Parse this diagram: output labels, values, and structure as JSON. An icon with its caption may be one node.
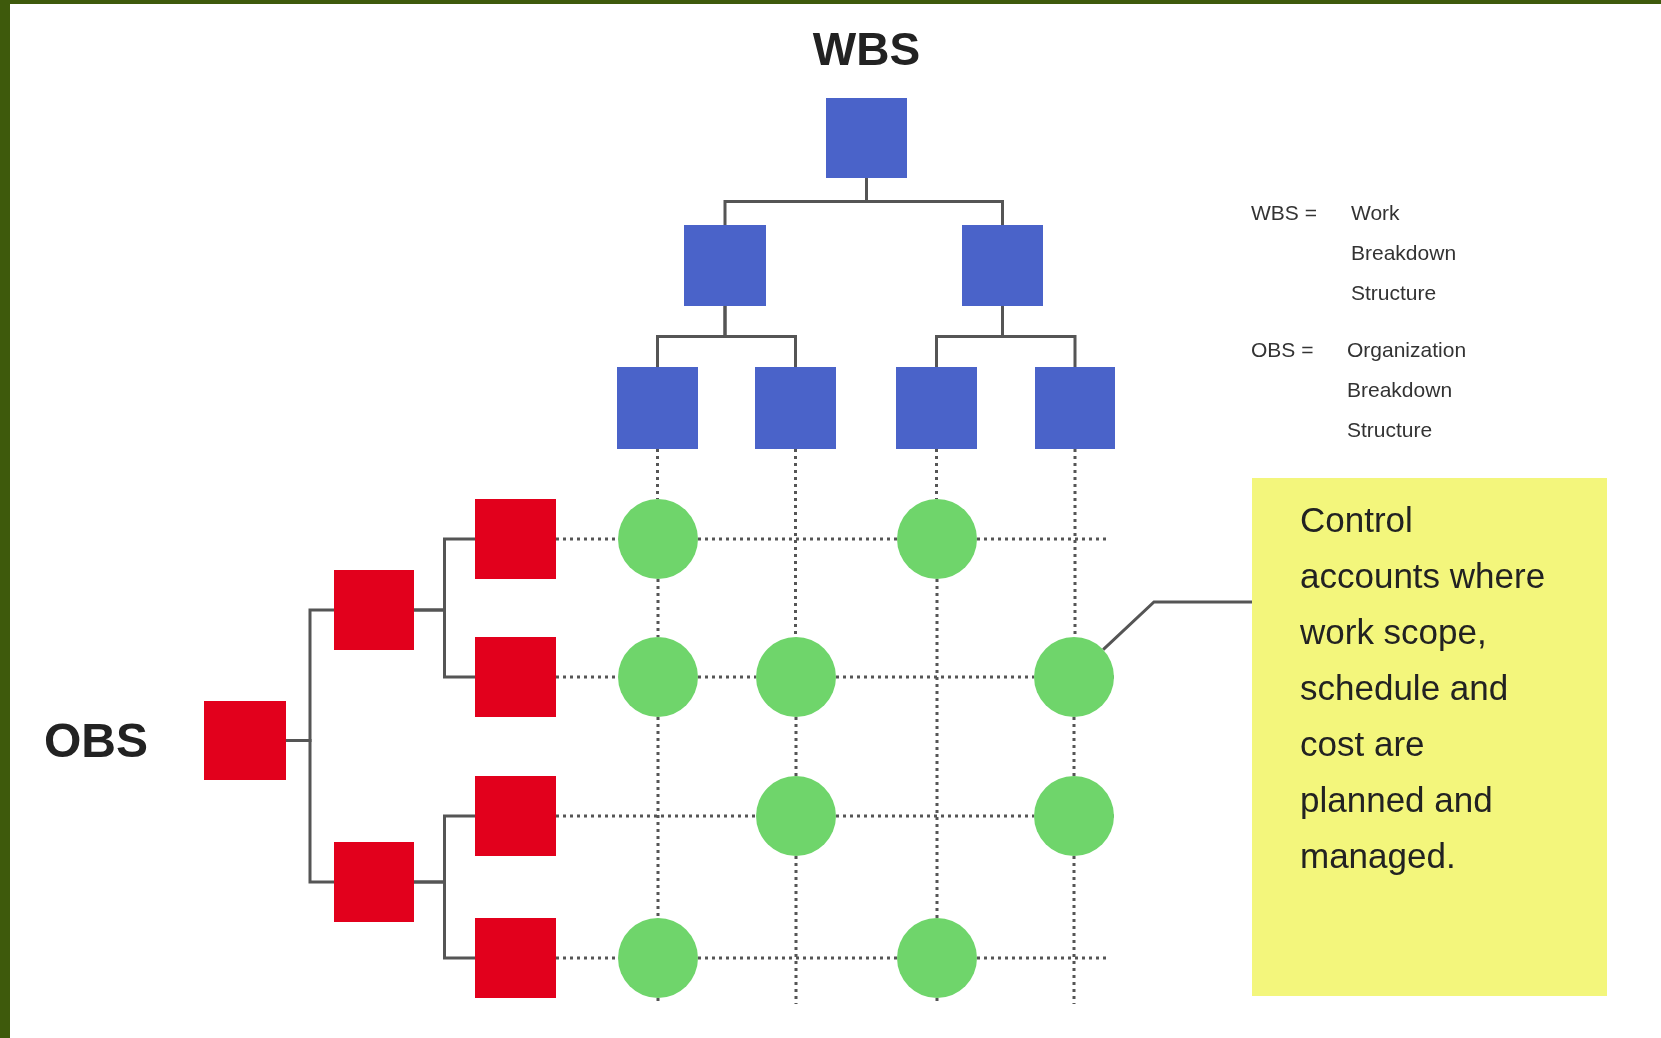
{
  "diagram": {
    "nodes": [
      {
        "text": [],
        "shape": "box",
        "beside": [
          "WBS"
        ]
      },
      {
        "text": [],
        "shape": "box"
      },
      {
        "text": [],
        "shape": "box"
      },
      {
        "text": [],
        "shape": "box"
      },
      {
        "text": [],
        "shape": "box"
      },
      {
        "text": [],
        "shape": "box"
      },
      {
        "text": [],
        "shape": "box"
      },
      {
        "text": [],
        "shape": "box",
        "beside": [
          "OBS"
        ]
      },
      {
        "text": [],
        "shape": "box"
      },
      {
        "text": [],
        "shape": "box"
      },
      {
        "text": [],
        "shape": "box"
      },
      {
        "text": [],
        "shape": "box"
      },
      {
        "text": [],
        "shape": "box"
      },
      {
        "text": [],
        "shape": "box"
      },
      {
        "text": [],
        "shape": "circle"
      },
      {
        "text": [],
        "shape": "circle"
      },
      {
        "text": [],
        "shape": "circle"
      },
      {
        "text": [],
        "shape": "circle"
      },
      {
        "text": [],
        "shape": "circle"
      },
      {
        "text": [],
        "shape": "circle"
      },
      {
        "text": [],
        "shape": "circle"
      },
      {
        "text": [],
        "shape": "circle"
      },
      {
        "text": [],
        "shape": "circle"
      },
      {
        "text": [
          "Control accounts where work scope, schedule and cost are planned and managed."
        ]
      }
    ],
    "edges": [
      {
        "from": 0,
        "to": 1,
        "arrow": "none"
      },
      {
        "from": 0,
        "to": 2,
        "arrow": "none"
      },
      {
        "from": 1,
        "to": 3,
        "arrow": "none"
      },
      {
        "from": 1,
        "to": 4,
        "arrow": "none"
      },
      {
        "from": 2,
        "to": 5,
        "arrow": "none"
      },
      {
        "from": 2,
        "to": 6,
        "arrow": "none"
      },
      {
        "from": 7,
        "to": 8,
        "arrow": "none"
      },
      {
        "from": 7,
        "to": 9,
        "arrow": "none"
      },
      {
        "from": 8,
        "to": 10,
        "arrow": "none"
      },
      {
        "from": 8,
        "to": 11,
        "arrow": "none"
      },
      {
        "from": 9,
        "to": 12,
        "arrow": "none"
      },
      {
        "from": 9,
        "to": 13,
        "arrow": "none"
      },
      {
        "from": 23,
        "to": 18,
        "arrow": "none"
      },
      {
        "from": 3,
        "to": 14,
        "arrow": "none",
        "style": "dashed"
      },
      {
        "from": 14,
        "to": 16,
        "arrow": "none",
        "style": "dashed"
      },
      {
        "from": 16,
        "to": 21,
        "arrow": "none",
        "style": "dashed"
      },
      {
        "from": 21,
        "to": null,
        "arrow": "none",
        "style": "dashed"
      },
      {
        "from": 4,
        "to": 17,
        "arrow": "none",
        "style": "dashed"
      },
      {
        "from": 17,
        "to": 19,
        "arrow": "none",
        "style": "dashed"
      },
      {
        "from": 19,
        "to": null,
        "arrow": "none",
        "style": "dashed"
      },
      {
        "from": 5,
        "to": 15,
        "arrow": "none",
        "style": "dashed"
      },
      {
        "from": 15,
        "to": 22,
        "arrow": "none",
        "style": "dashed"
      },
      {
        "from": 22,
        "to": null,
        "arrow": "none",
        "style": "dashed"
      },
      {
        "from": 6,
        "to": 18,
        "arrow": "none",
        "style": "dashed"
      },
      {
        "from": 18,
        "to": 20,
        "arrow": "none",
        "style": "dashed"
      },
      {
        "from": 20,
        "to": null,
        "arrow": "none",
        "style": "dashed"
      },
      {
        "from": 10,
        "to": 14,
        "arrow": "none",
        "style": "dashed"
      },
      {
        "from": 14,
        "to": 15,
        "arrow": "none",
        "style": "dashed"
      },
      {
        "from": 15,
        "to": null,
        "arrow": "none",
        "style": "dashed"
      },
      {
        "from": 11,
        "to": 16,
        "arrow": "none",
        "style": "dashed"
      },
      {
        "from": 16,
        "to": 17,
        "arrow": "none",
        "style": "dashed"
      },
      {
        "from": 17,
        "to": 18,
        "arrow": "none",
        "style": "dashed"
      },
      {
        "from": 18,
        "to": null,
        "arrow": "none",
        "style": "dashed"
      },
      {
        "from": 12,
        "to": 19,
        "arrow": "none",
        "style": "dashed"
      },
      {
        "from": 19,
        "to": 20,
        "arrow": "none",
        "style": "dashed"
      },
      {
        "from": 20,
        "to": null,
        "arrow": "none",
        "style": "dashed"
      },
      {
        "from": 13,
        "to": 21,
        "arrow": "none",
        "style": "dashed"
      },
      {
        "from": 21,
        "to": 22,
        "arrow": "none",
        "style": "dashed"
      },
      {
        "from": 22,
        "to": null,
        "arrow": "none",
        "style": "dashed"
      }
    ],
    "labels": [
      "WBS =",
      "Work Breakdown Structure",
      "OBS =",
      "Organization Breakdown Structure"
    ]
  }
}
